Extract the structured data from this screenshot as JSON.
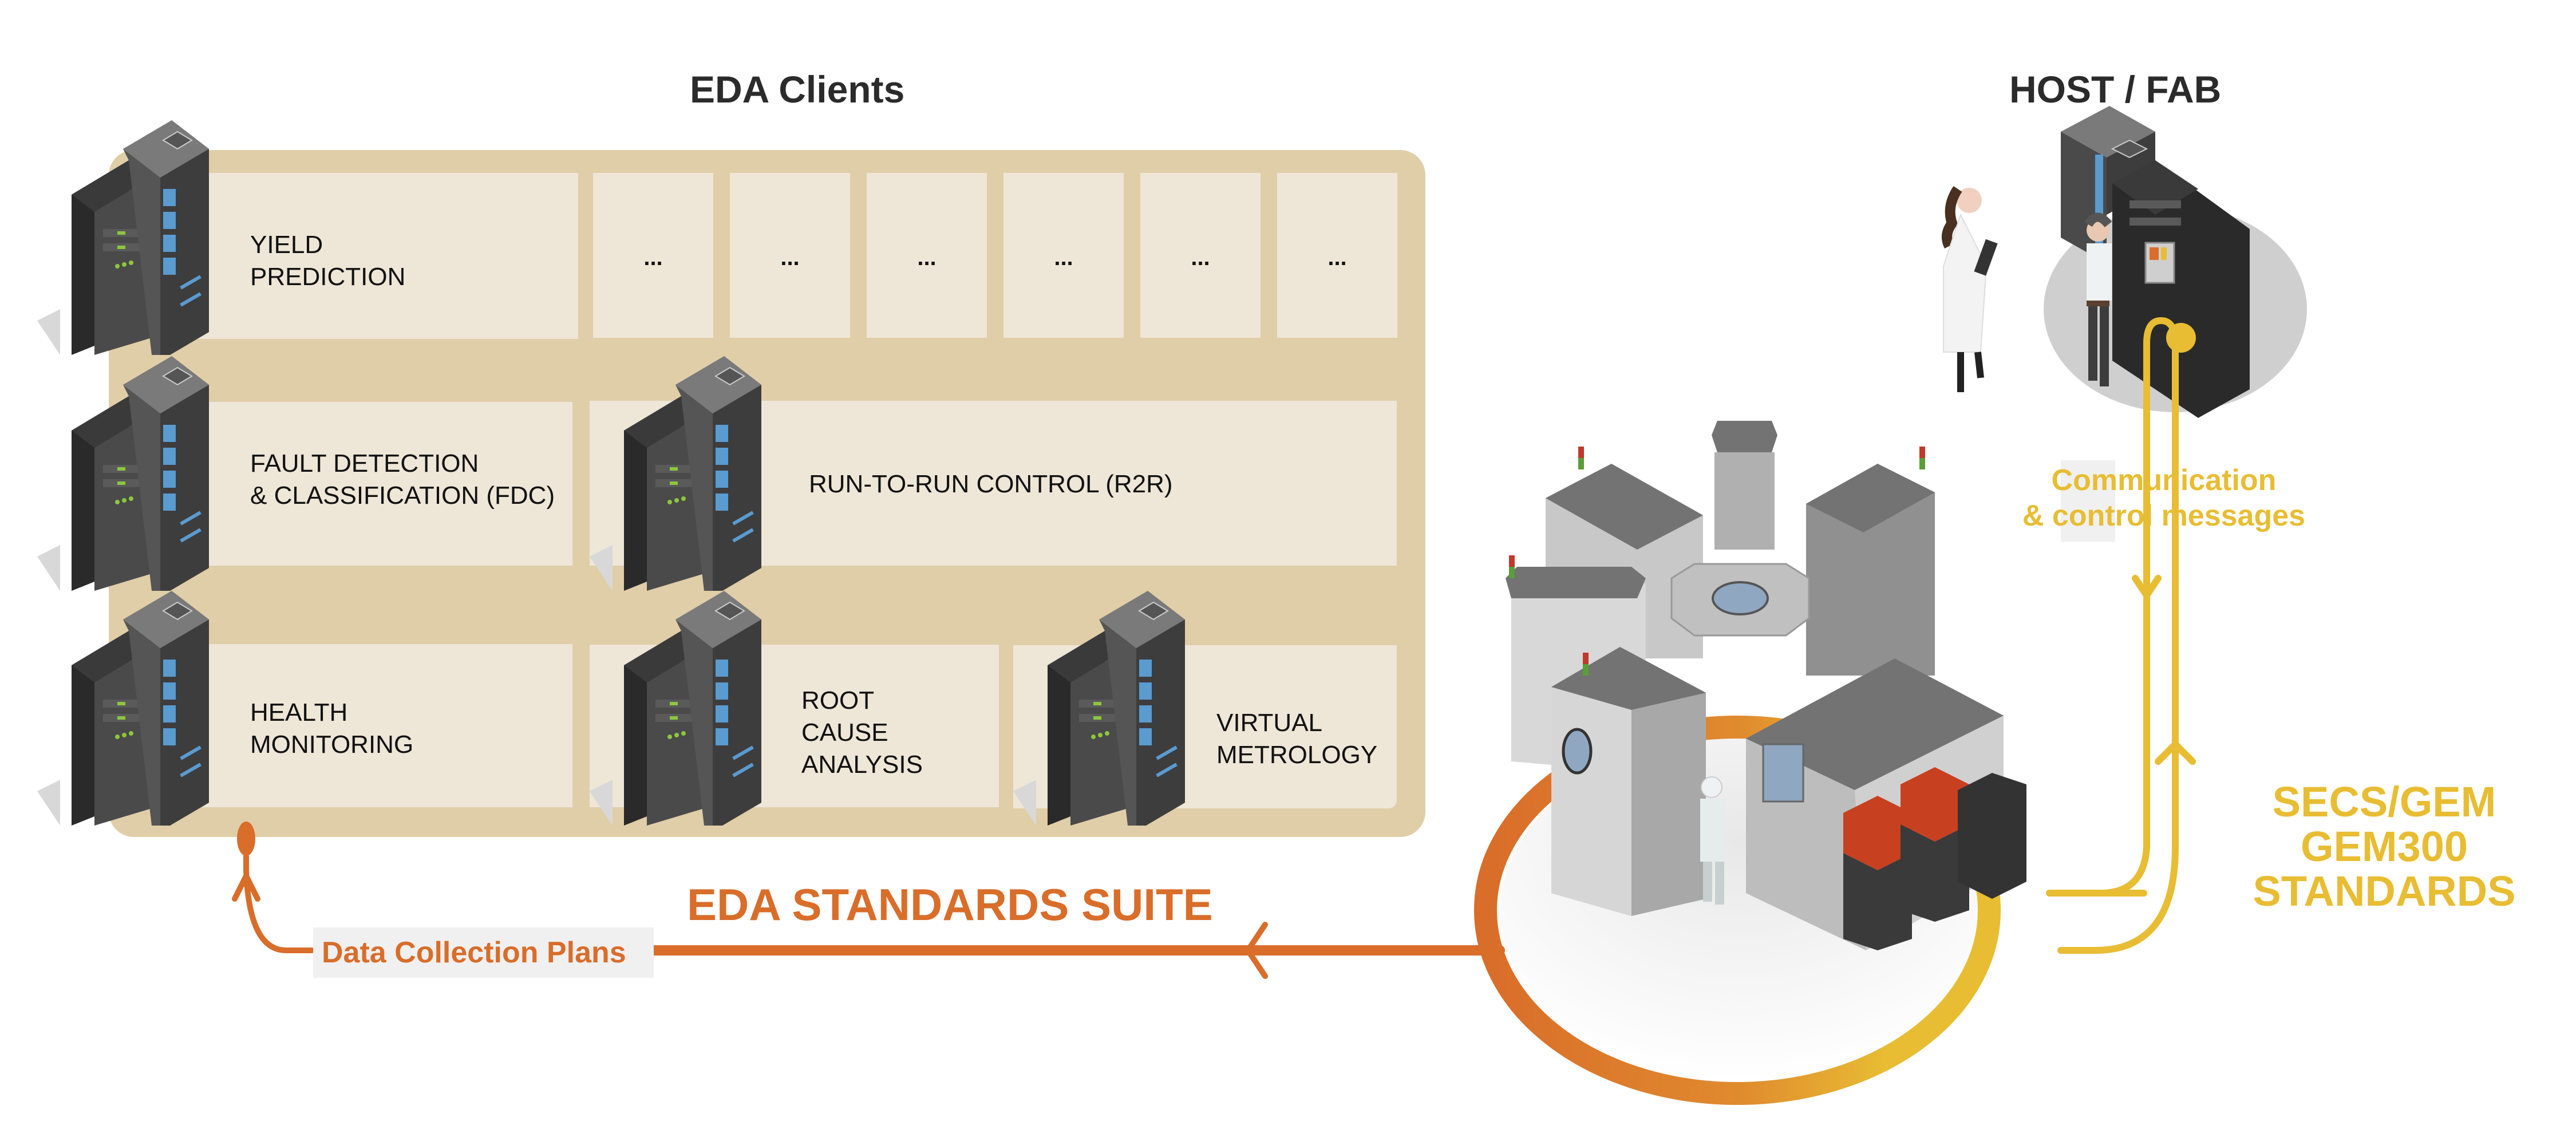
{
  "headings": {
    "eda_clients": "EDA Clients",
    "host_fab": "HOST / FAB"
  },
  "clients": {
    "row1": {
      "main": {
        "line1": "YIELD",
        "line2": "PREDICTION"
      },
      "placeholders": [
        "...",
        "...",
        "...",
        "...",
        "...",
        "..."
      ]
    },
    "row2": [
      {
        "line1": "FAULT DETECTION",
        "line2": "& CLASSIFICATION (FDC)"
      },
      {
        "line1": "RUN-TO-RUN CONTROL (R2R)"
      }
    ],
    "row3": [
      {
        "line1": "HEALTH",
        "line2": "MONITORING"
      },
      {
        "line1": "ROOT",
        "line2": "CAUSE",
        "line3": "ANALYSIS"
      },
      {
        "line1": "VIRTUAL",
        "line2": "METROLOGY"
      }
    ]
  },
  "flows": {
    "eda_suite": "EDA STANDARDS SUITE",
    "data_collection": "Data Collection Plans",
    "comm_line1": "Communication",
    "comm_line2": "& control messages",
    "secs_line1": "SECS/GEM",
    "secs_line2": "GEM300",
    "secs_line3": "STANDARDS"
  },
  "colors": {
    "panel": "#e0cea8",
    "cell": "#eee6d7",
    "orange": "#d96d2a",
    "yellow": "#e8bd33",
    "label_bg": "#f0f0f0"
  }
}
